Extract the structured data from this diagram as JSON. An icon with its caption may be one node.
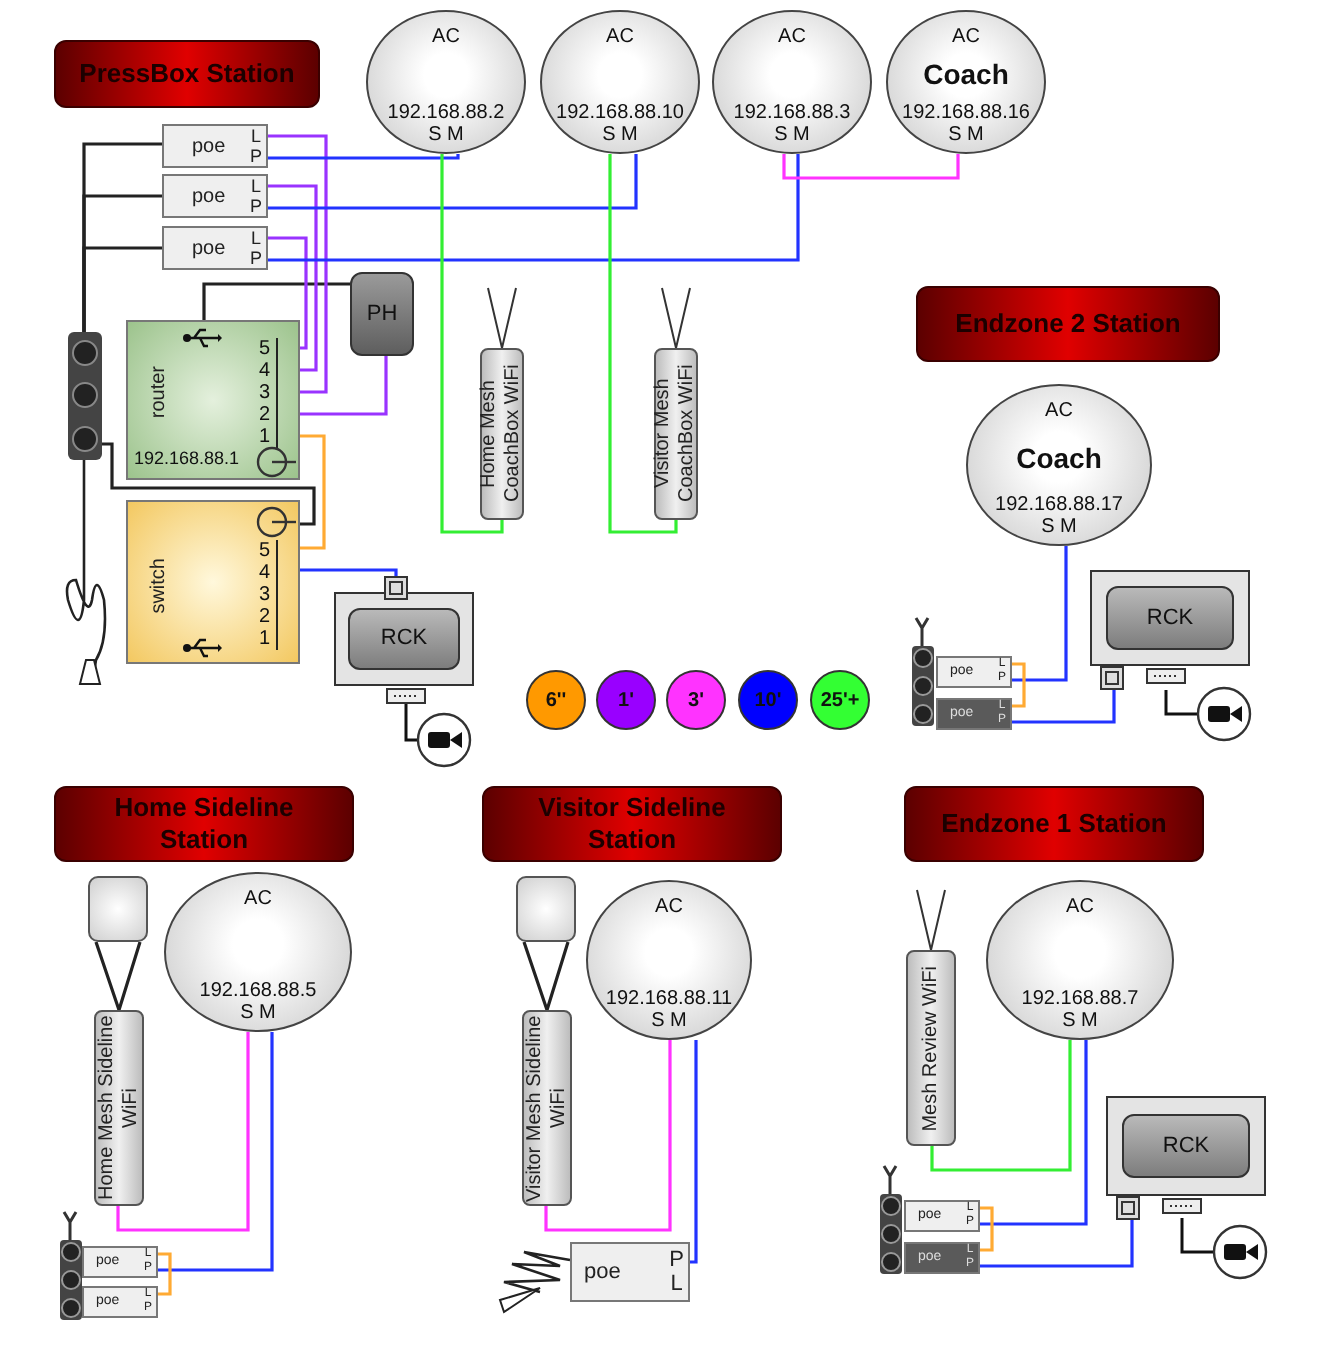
{
  "diagram": {
    "nodes": [
      {
        "text": [
          "PressBox Station"
        ]
      },
      {
        "text": [
          "AC",
          "192.168.88.2",
          "S M"
        ]
      },
      {
        "text": [
          "AC",
          "192.168.88.10",
          "S M"
        ]
      },
      {
        "text": [
          "AC",
          "192.168.88.3",
          "S M"
        ]
      },
      {
        "text": [
          "AC",
          "Coach",
          "192.168.88.16",
          "S M"
        ]
      },
      {
        "text": [
          "poe",
          "L",
          "P"
        ]
      },
      {
        "text": [
          "poe",
          "L",
          "P"
        ]
      },
      {
        "text": [
          "poe",
          "L",
          "P"
        ]
      },
      {
        "text": [],
        "shape": "bar"
      },
      {
        "text": [
          "PH"
        ]
      },
      {
        "text": [
          "router",
          "5",
          "4",
          "3",
          "2",
          "1",
          "192.168.88.1"
        ]
      },
      {
        "text": [
          "Home Mesh CoachBox WiFi"
        ]
      },
      {
        "text": [
          "Visitor Mesh CoachBox WiFi"
        ]
      },
      {
        "text": [
          "Endzone 2 Station"
        ]
      },
      {
        "text": [
          "AC",
          "Coach",
          "192.168.88.17",
          "S M"
        ]
      },
      {
        "text": [
          "switch",
          "5",
          "4",
          "3",
          "2",
          "1"
        ]
      },
      {
        "text": [
          "RCK"
        ]
      },
      {
        "text": [
          "RCK"
        ]
      },
      {
        "text": [
          "poe",
          "L",
          "P"
        ]
      },
      {
        "text": [
          "poe",
          "L",
          "P"
        ]
      },
      {
        "text": [
          "Home Sideline Station"
        ]
      },
      {
        "text": [
          "Visitor Sideline Station"
        ]
      },
      {
        "text": [
          "Endzone 1 Station"
        ]
      },
      {
        "text": [],
        "shape": "box"
      },
      {
        "text": [
          "AC",
          "192.168.88.5",
          "S M"
        ]
      },
      {
        "text": [
          "Home Mesh Sideline WiFi"
        ]
      },
      {
        "text": [
          "poe",
          "L",
          "P"
        ]
      },
      {
        "text": [
          "poe",
          "L",
          "P"
        ]
      },
      {
        "text": [],
        "shape": "box"
      },
      {
        "text": [
          "AC",
          "192.168.88.11",
          "S M"
        ]
      },
      {
        "text": [
          "Visitor Mesh Sideline WiFi"
        ]
      },
      {
        "text": [
          "poe",
          "P",
          "L"
        ]
      },
      {
        "text": [
          "Mesh Review WiFi"
        ]
      },
      {
        "text": [
          "AC",
          "192.168.88.7",
          "S M"
        ]
      },
      {
        "text": [
          "RCK"
        ]
      },
      {
        "text": [
          "poe",
          "L",
          "P"
        ]
      },
      {
        "text": [
          "poe",
          "L",
          "P"
        ]
      }
    ],
    "edges": [
      {
        "from": 8,
        "to": 5,
        "arrow": "none",
        "color": "#222222"
      },
      {
        "from": 8,
        "to": 6,
        "arrow": "none",
        "color": "#222222"
      },
      {
        "from": 8,
        "to": 7,
        "arrow": "none",
        "color": "#222222"
      },
      {
        "from": 8,
        "to": 15,
        "arrow": "none",
        "color": "#222222"
      },
      {
        "from": 9,
        "to": 10,
        "arrow": "none",
        "color": "#222222"
      },
      {
        "from": 5,
        "to": 10,
        "arrow": "none",
        "color": "#9933ff"
      },
      {
        "from": 6,
        "to": 10,
        "arrow": "none",
        "color": "#9933ff"
      },
      {
        "from": 7,
        "to": 10,
        "arrow": "none",
        "color": "#9933ff"
      },
      {
        "from": 9,
        "to": 10,
        "arrow": "none",
        "color": "#9933ff"
      },
      {
        "from": 5,
        "to": 1,
        "arrow": "none",
        "color": "#2233ff"
      },
      {
        "from": 6,
        "to": 2,
        "arrow": "none",
        "color": "#2233ff"
      },
      {
        "from": 7,
        "to": 3,
        "arrow": "none",
        "color": "#2233ff"
      },
      {
        "from": 1,
        "to": 11,
        "arrow": "none",
        "color": "#33ee33"
      },
      {
        "from": 2,
        "to": 12,
        "arrow": "none",
        "color": "#33ee33"
      },
      {
        "from": 3,
        "to": 4,
        "arrow": "none",
        "color": "#ff33ff"
      },
      {
        "from": 10,
        "to": 15,
        "arrow": "none",
        "color": "#ffaa33"
      },
      {
        "from": 15,
        "to": 16,
        "arrow": "none",
        "color": "#2233ff"
      },
      {
        "from": 14,
        "to": 18,
        "arrow": "none",
        "color": "#2233ff"
      },
      {
        "from": 18,
        "to": 19,
        "arrow": "none",
        "color": "#ffaa33"
      },
      {
        "from": 19,
        "to": 17,
        "arrow": "none",
        "color": "#2233ff"
      },
      {
        "from": 23,
        "to": 25,
        "arrow": "none",
        "color": "#222222"
      },
      {
        "from": 25,
        "to": 24,
        "arrow": "none",
        "color": "#ff33ff"
      },
      {
        "from": 24,
        "to": 26,
        "arrow": "none",
        "color": "#2233ff"
      },
      {
        "from": 26,
        "to": 27,
        "arrow": "none",
        "color": "#ffaa33"
      },
      {
        "from": 28,
        "to": 30,
        "arrow": "none",
        "color": "#222222"
      },
      {
        "from": 30,
        "to": 29,
        "arrow": "none",
        "color": "#ff33ff"
      },
      {
        "from": 29,
        "to": 31,
        "arrow": "none",
        "color": "#2233ff"
      },
      {
        "from": 32,
        "to": 33,
        "arrow": "none",
        "color": "#33ee33"
      },
      {
        "from": 33,
        "to": 35,
        "arrow": "none",
        "color": "#2233ff"
      },
      {
        "from": 35,
        "to": 36,
        "arrow": "none",
        "color": "#ffaa33"
      },
      {
        "from": 36,
        "to": 34,
        "arrow": "none",
        "color": "#2233ff"
      }
    ],
    "legend": [
      {
        "text": "6''",
        "color": "#ff9900"
      },
      {
        "text": "1'",
        "color": "#9900ff"
      },
      {
        "text": "3'",
        "color": "#ff33ff"
      },
      {
        "text": "10'",
        "color": "#0000ff"
      },
      {
        "text": "25'+",
        "color": "#33ff33"
      }
    ]
  }
}
